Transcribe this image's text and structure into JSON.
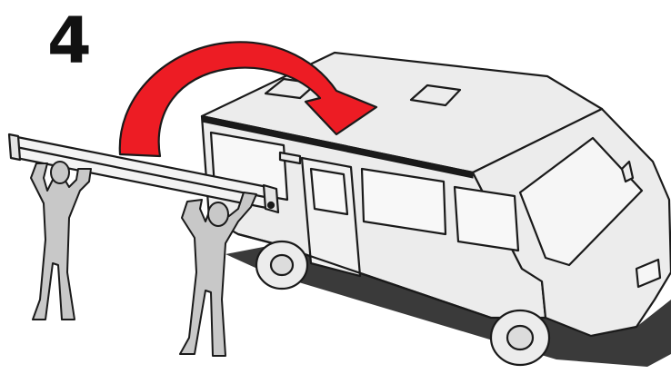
{
  "step": {
    "number": "4"
  },
  "colors": {
    "arrow": "#ed1c24",
    "outline": "#1a1a1a",
    "vehicle_fill": "#ececec",
    "shadow": "#3a3a3a",
    "person_fill": "#c8c8c8",
    "awning_fill": "#f3f3f3",
    "rail": "#1a1a1a"
  },
  "illustration": {
    "subject": "motorhome",
    "parts": [
      "awning-case",
      "awning-rail",
      "curved-arrow",
      "installer-left",
      "installer-right"
    ]
  }
}
